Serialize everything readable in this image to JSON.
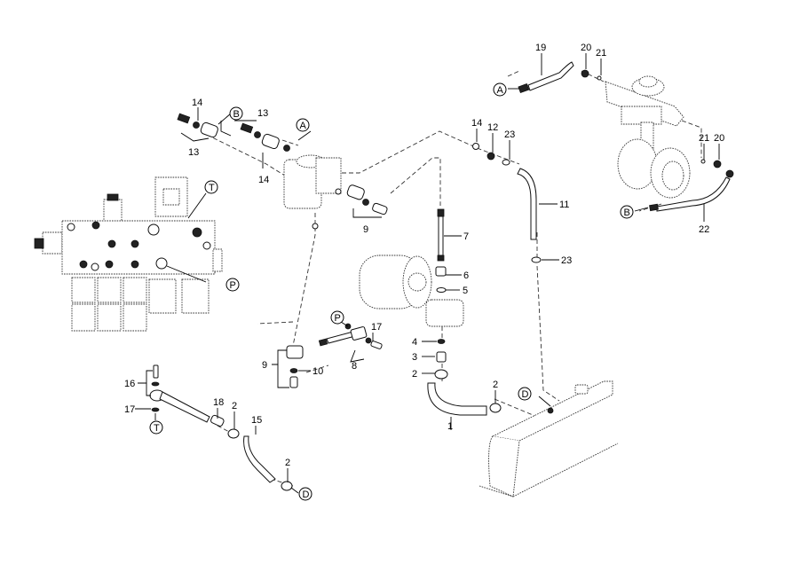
{
  "diagram": {
    "type": "exploded-parts-diagram",
    "subject": "hydraulic valve block, hoses and fittings",
    "part_labels": [
      {
        "id": "p14a",
        "text": "14"
      },
      {
        "id": "p13a",
        "text": "13"
      },
      {
        "id": "p13b",
        "text": "13"
      },
      {
        "id": "p14b",
        "text": "14"
      },
      {
        "id": "p19",
        "text": "19"
      },
      {
        "id": "p20a",
        "text": "20"
      },
      {
        "id": "p21a",
        "text": "21"
      },
      {
        "id": "p21b",
        "text": "21"
      },
      {
        "id": "p20b",
        "text": "20"
      },
      {
        "id": "p22",
        "text": "22"
      },
      {
        "id": "p14c",
        "text": "14"
      },
      {
        "id": "p12",
        "text": "12"
      },
      {
        "id": "p23a",
        "text": "23"
      },
      {
        "id": "p11",
        "text": "11"
      },
      {
        "id": "p23b",
        "text": "23"
      },
      {
        "id": "p9a",
        "text": "9"
      },
      {
        "id": "p7",
        "text": "7"
      },
      {
        "id": "p6",
        "text": "6"
      },
      {
        "id": "p5",
        "text": "5"
      },
      {
        "id": "p4",
        "text": "4"
      },
      {
        "id": "p3",
        "text": "3"
      },
      {
        "id": "p2a",
        "text": "2"
      },
      {
        "id": "p1",
        "text": "1"
      },
      {
        "id": "p2b",
        "text": "2"
      },
      {
        "id": "p17a",
        "text": "17"
      },
      {
        "id": "p8",
        "text": "8"
      },
      {
        "id": "p9b",
        "text": "9"
      },
      {
        "id": "p10",
        "text": "10"
      },
      {
        "id": "p16",
        "text": "16"
      },
      {
        "id": "p17b",
        "text": "17"
      },
      {
        "id": "p18",
        "text": "18"
      },
      {
        "id": "p2c",
        "text": "2"
      },
      {
        "id": "p15",
        "text": "15"
      },
      {
        "id": "p2d",
        "text": "2"
      }
    ],
    "connection_callouts": [
      {
        "id": "cB1",
        "text": "B"
      },
      {
        "id": "cA1",
        "text": "A"
      },
      {
        "id": "cT1",
        "text": "T"
      },
      {
        "id": "cP1",
        "text": "P"
      },
      {
        "id": "cA2",
        "text": "A"
      },
      {
        "id": "cB2",
        "text": "B"
      },
      {
        "id": "cP2",
        "text": "P"
      },
      {
        "id": "cT2",
        "text": "T"
      },
      {
        "id": "cD1",
        "text": "D"
      },
      {
        "id": "cD2",
        "text": "D"
      }
    ]
  }
}
